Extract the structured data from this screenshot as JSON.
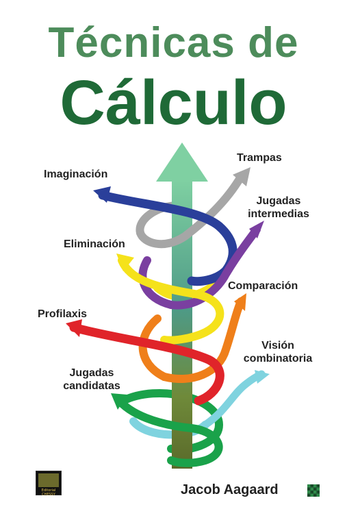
{
  "title": {
    "line1": "Técnicas de",
    "line2": "Cálculo"
  },
  "labels": {
    "trampas": "Trampas",
    "imaginacion": "Imaginación",
    "jugadas_intermedias": [
      "Jugadas",
      "intermedias"
    ],
    "eliminacion": "Eliminación",
    "comparacion": "Comparación",
    "profilaxis": "Profilaxis",
    "vision_combinatoria": [
      "Visión",
      "combinatoria"
    ],
    "jugadas_candidatas": [
      "Jugadas",
      "candidatas"
    ]
  },
  "author": "Jacob Aagaard",
  "publisher": {
    "logo_text": "Editorial CHESSY"
  },
  "colors": {
    "title_light": "#4d8c5b",
    "title_dark": "#1f6a37",
    "central_arrow_top": "#7fd0a2",
    "central_arrow_bottom": "#5a6a2a",
    "blue": "#2a3f9a",
    "gray": "#a6a6a6",
    "purple": "#7a3fa0",
    "yellow": "#f5e21b",
    "orange": "#ef7f1a",
    "red": "#e0242a",
    "cyan": "#7fd3df",
    "green": "#1aa24a"
  }
}
